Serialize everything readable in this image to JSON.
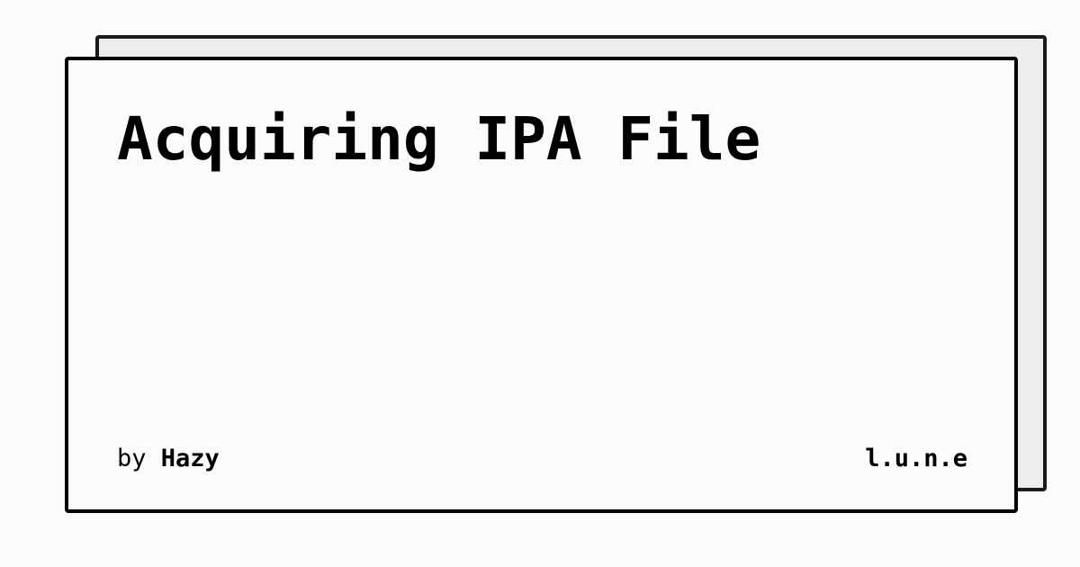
{
  "post": {
    "title": "Acquiring IPA File",
    "by_prefix": "by",
    "author": "Hazy"
  },
  "site": {
    "brand": "l.u.n.e"
  }
}
